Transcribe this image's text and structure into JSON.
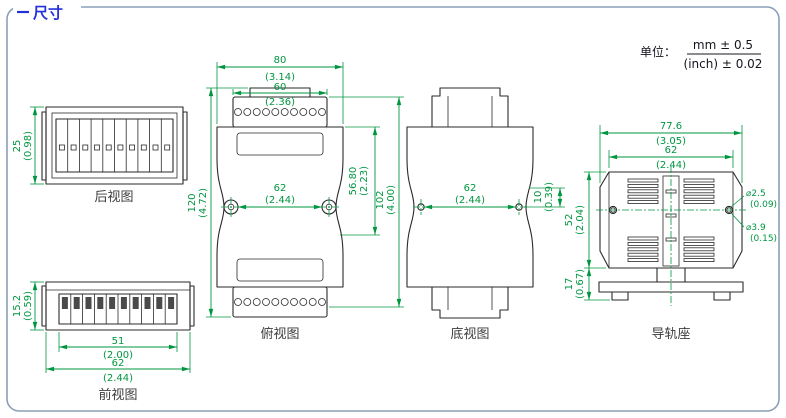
{
  "colors": {
    "line": "#2a2a2a",
    "green": "#009640",
    "title": "#2430d8",
    "border": "#8aa0b8"
  },
  "header": {
    "title": "尺寸",
    "unit_label": "单位：",
    "unit_mm": "mm ± 0.5",
    "unit_inch": "(inch) ± 0.02"
  },
  "views": {
    "rear": {
      "label": "后视图",
      "height_mm": "25",
      "height_in": "(0.98)"
    },
    "front": {
      "label": "前视图",
      "height_mm": "15.2",
      "height_in": "(0.59)",
      "inner_width_mm": "51",
      "inner_width_in": "(2.00)",
      "outer_width_mm": "62",
      "outer_width_in": "(2.44)"
    },
    "top": {
      "label": "俯视图",
      "outer_width_mm": "80",
      "outer_width_in": "(3.14)",
      "terminal_width_mm": "60",
      "terminal_width_in": "(2.36)",
      "screw_span_mm": "62",
      "screw_span_in": "(2.44)",
      "height_mm": "120",
      "height_in": "(4.72)",
      "body_height_mm": "56.80",
      "body_height_in": "(2.23)",
      "case_height_mm": "102",
      "case_height_in": "(4.00)"
    },
    "bottom": {
      "label": "底视图",
      "screw_span_mm": "62",
      "screw_span_in": "(2.44)",
      "offset_mm": "10",
      "offset_in": "(0.39)"
    },
    "rail": {
      "label": "导轨座",
      "outer_width_mm": "77.6",
      "outer_width_in": "(3.05)",
      "inner_width_mm": "62",
      "inner_width_in": "(2.44)",
      "height_mm": "52",
      "height_in": "(2.04)",
      "clip_height_mm": "17",
      "clip_height_in": "(0.67)",
      "hole_small": "⌀2.5",
      "hole_small_in": "(0.09)",
      "hole_large": "⌀3.9",
      "hole_large_in": "(0.15)"
    }
  }
}
